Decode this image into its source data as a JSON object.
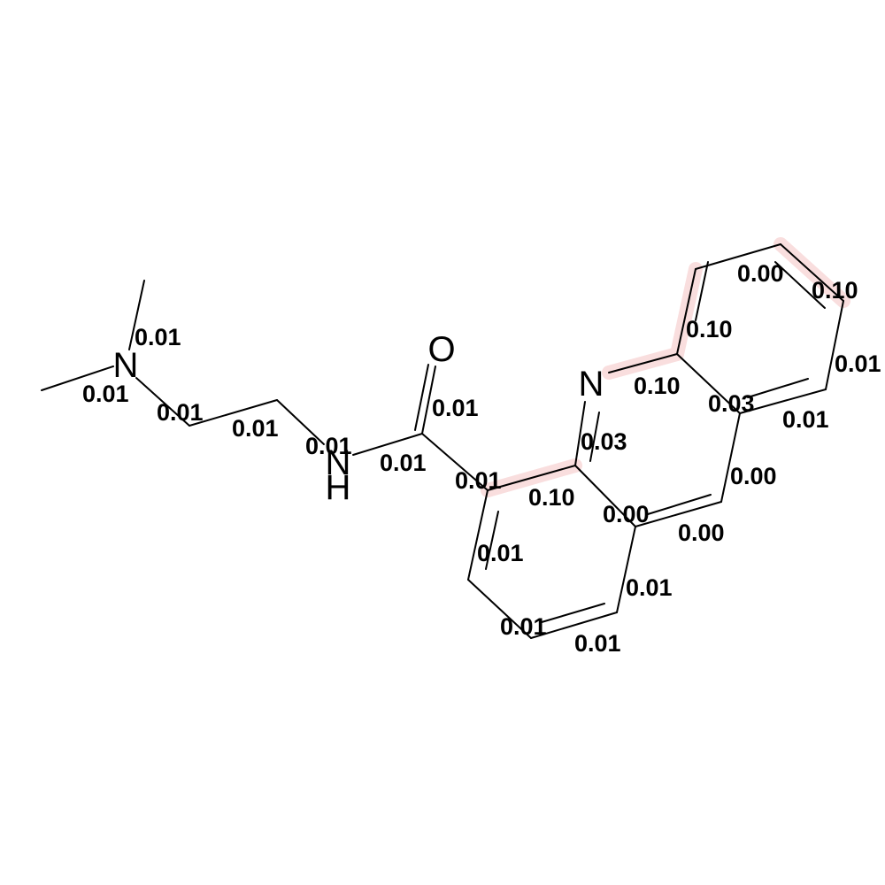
{
  "molecule": {
    "atoms": {
      "n_amine": "N",
      "carbonyl_o": "O",
      "amide_nh_n": "N",
      "amide_nh_h": "H",
      "ring_n": "N"
    },
    "bond_values": [
      {
        "id": "bv-nme-up",
        "value": "0.01"
      },
      {
        "id": "bv-nme-left",
        "value": "0.01"
      },
      {
        "id": "bv-n-ch2",
        "value": "0.01"
      },
      {
        "id": "bv-ch2-ch2",
        "value": "0.01"
      },
      {
        "id": "bv-ch2-nh",
        "value": "0.01"
      },
      {
        "id": "bv-nh-co",
        "value": "0.01"
      },
      {
        "id": "bv-c-o",
        "value": "0.01"
      },
      {
        "id": "bv-co-c4",
        "value": "0.01"
      },
      {
        "id": "bv-c4-c4a",
        "value": "0.10"
      },
      {
        "id": "bv-c4-c3",
        "value": "0.01"
      },
      {
        "id": "bv-c3-c2",
        "value": "0.01"
      },
      {
        "id": "bv-c2-c1",
        "value": "0.01"
      },
      {
        "id": "bv-c1-c9a",
        "value": "0.01"
      },
      {
        "id": "bv-c9a-c4a",
        "value": "0.00"
      },
      {
        "id": "bv-c4a-n10",
        "value": "0.03"
      },
      {
        "id": "bv-n10-c10a",
        "value": "0.10"
      },
      {
        "id": "bv-c10a-c8a",
        "value": "0.03"
      },
      {
        "id": "bv-c9a-c9",
        "value": "0.00"
      },
      {
        "id": "bv-c9-c8a",
        "value": "0.00"
      },
      {
        "id": "bv-c8a-c8",
        "value": "0.01"
      },
      {
        "id": "bv-c8-c7",
        "value": "0.01"
      },
      {
        "id": "bv-c7-c6",
        "value": "0.10"
      },
      {
        "id": "bv-c6-c5",
        "value": "0.00"
      },
      {
        "id": "bv-c5-c10a",
        "value": "0.10"
      }
    ],
    "highlight_color": "#f9dede",
    "bond_color": "#000000"
  }
}
